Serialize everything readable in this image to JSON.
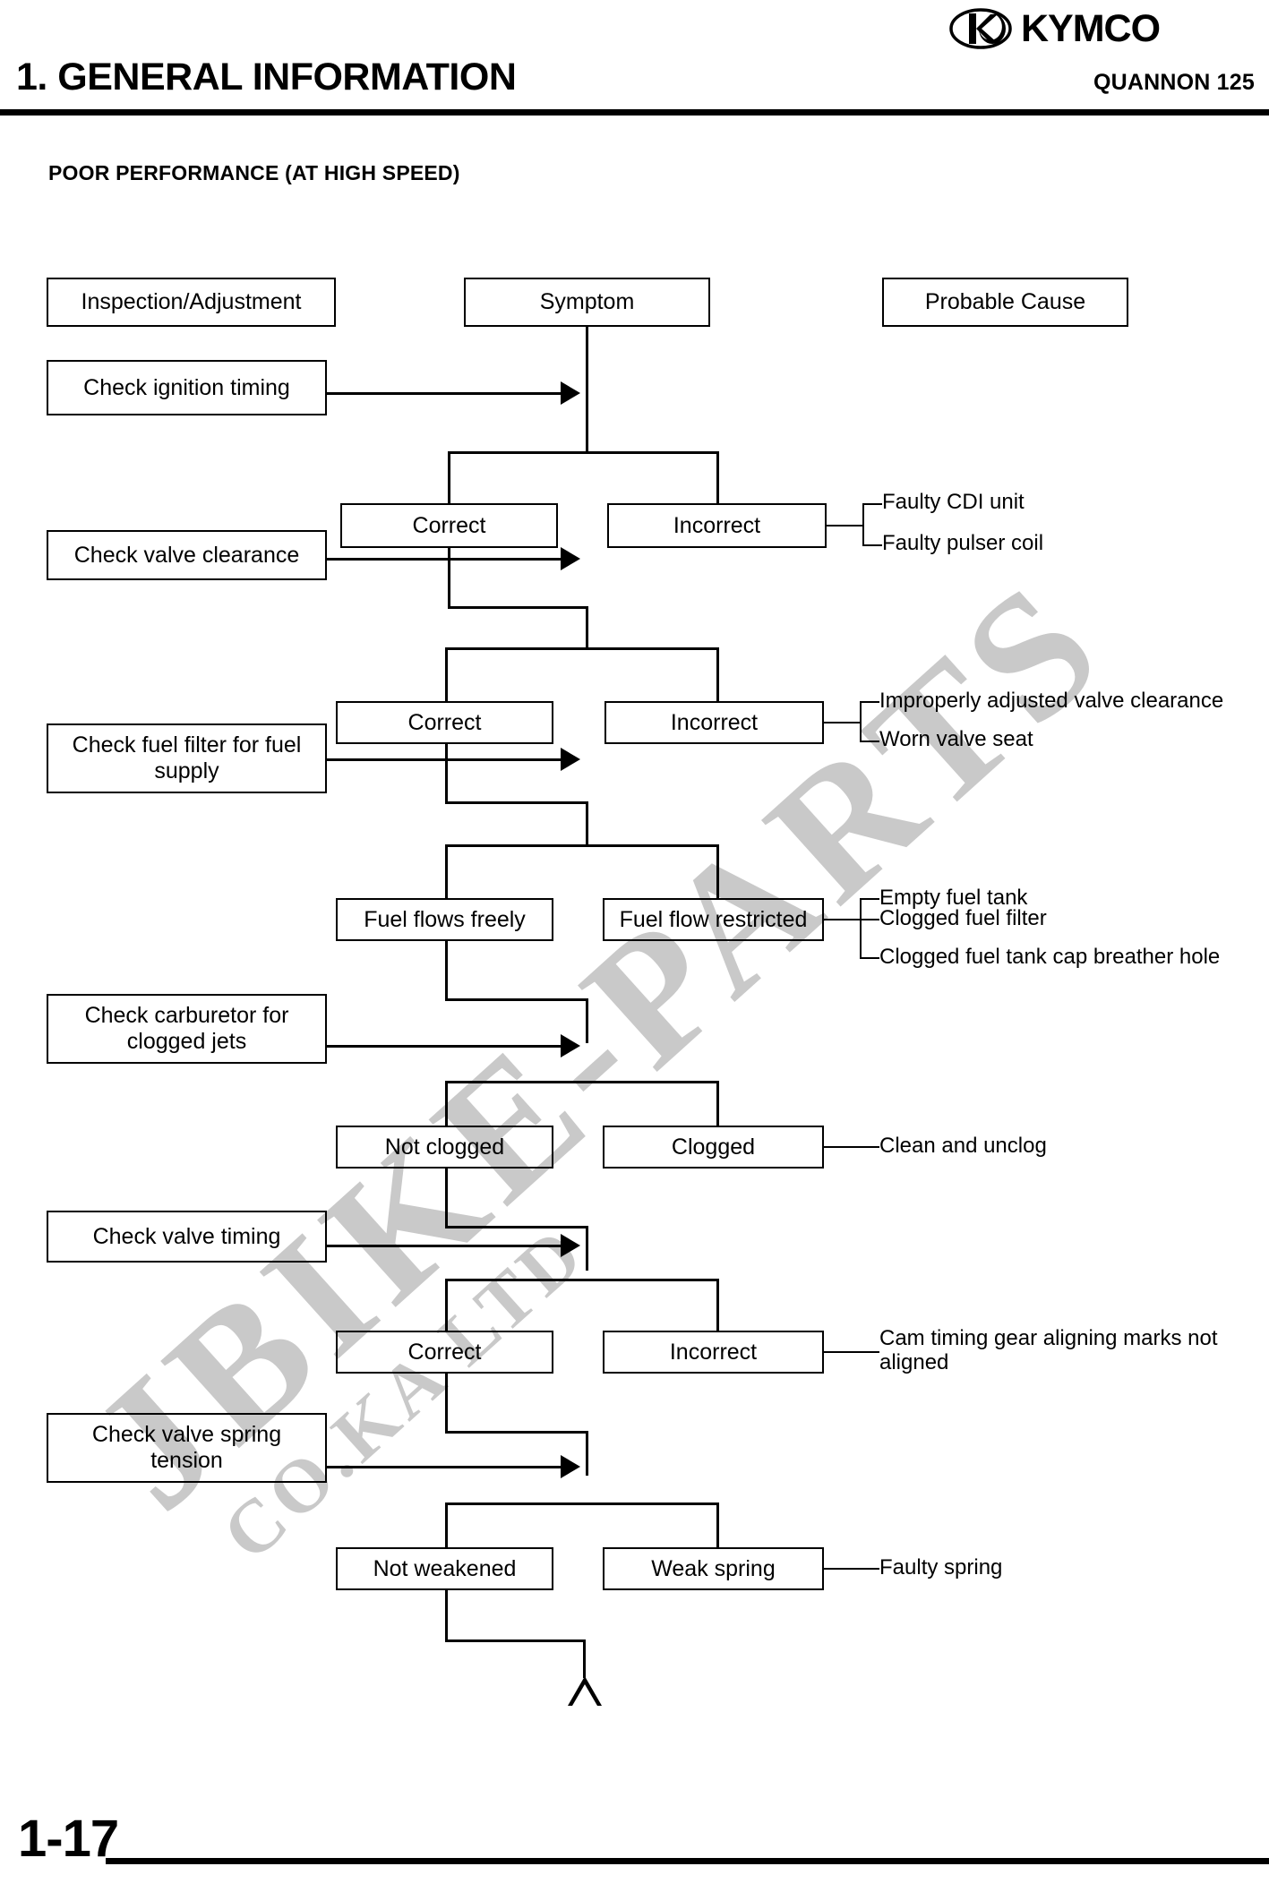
{
  "header": {
    "brand": "KYMCO",
    "brand_logo_icon": "kymco-oval-k-logo",
    "chapter_title": "1. GENERAL INFORMATION",
    "model": "QUANNON 125"
  },
  "section": {
    "title": "POOR PERFORMANCE (AT HIGH SPEED)"
  },
  "watermark": {
    "line1": "JBIKE-PARTS",
    "line2": "CO.KA LTD"
  },
  "flowchart": {
    "column_headers": {
      "inspection": "Inspection/Adjustment",
      "symptom": "Symptom",
      "probable_cause": "Probable Cause"
    },
    "steps": [
      {
        "inspection": "Check ignition timing",
        "pass_label": "Correct",
        "fail_label": "Incorrect",
        "causes": [
          "Faulty CDI unit",
          "Faulty pulser coil"
        ]
      },
      {
        "inspection": "Check valve clearance",
        "pass_label": "Correct",
        "fail_label": "Incorrect",
        "causes": [
          "Improperly adjusted valve clearance",
          "Worn valve seat"
        ]
      },
      {
        "inspection": "Check fuel filter for fuel supply",
        "pass_label": "Fuel flows freely",
        "fail_label": "Fuel flow restricted",
        "causes": [
          "Empty fuel tank",
          "Clogged fuel filter",
          "Clogged fuel tank cap breather hole"
        ]
      },
      {
        "inspection": "Check carburetor for clogged jets",
        "pass_label": "Not clogged",
        "fail_label": "Clogged",
        "causes": [
          "Clean and unclog"
        ]
      },
      {
        "inspection": "Check valve timing",
        "pass_label": "Correct",
        "fail_label": "Incorrect",
        "causes": [
          "Cam timing gear aligning marks not aligned"
        ]
      },
      {
        "inspection": "Check valve spring tension",
        "pass_label": "Not weakened",
        "fail_label": "Weak spring",
        "causes": [
          "Faulty spring"
        ]
      }
    ],
    "end_marker_icon": "triangle-terminator"
  },
  "footer": {
    "page_number": "1-17"
  },
  "colors": {
    "ink": "#000000",
    "paper": "#ffffff",
    "watermark": "#c9c9c9"
  }
}
